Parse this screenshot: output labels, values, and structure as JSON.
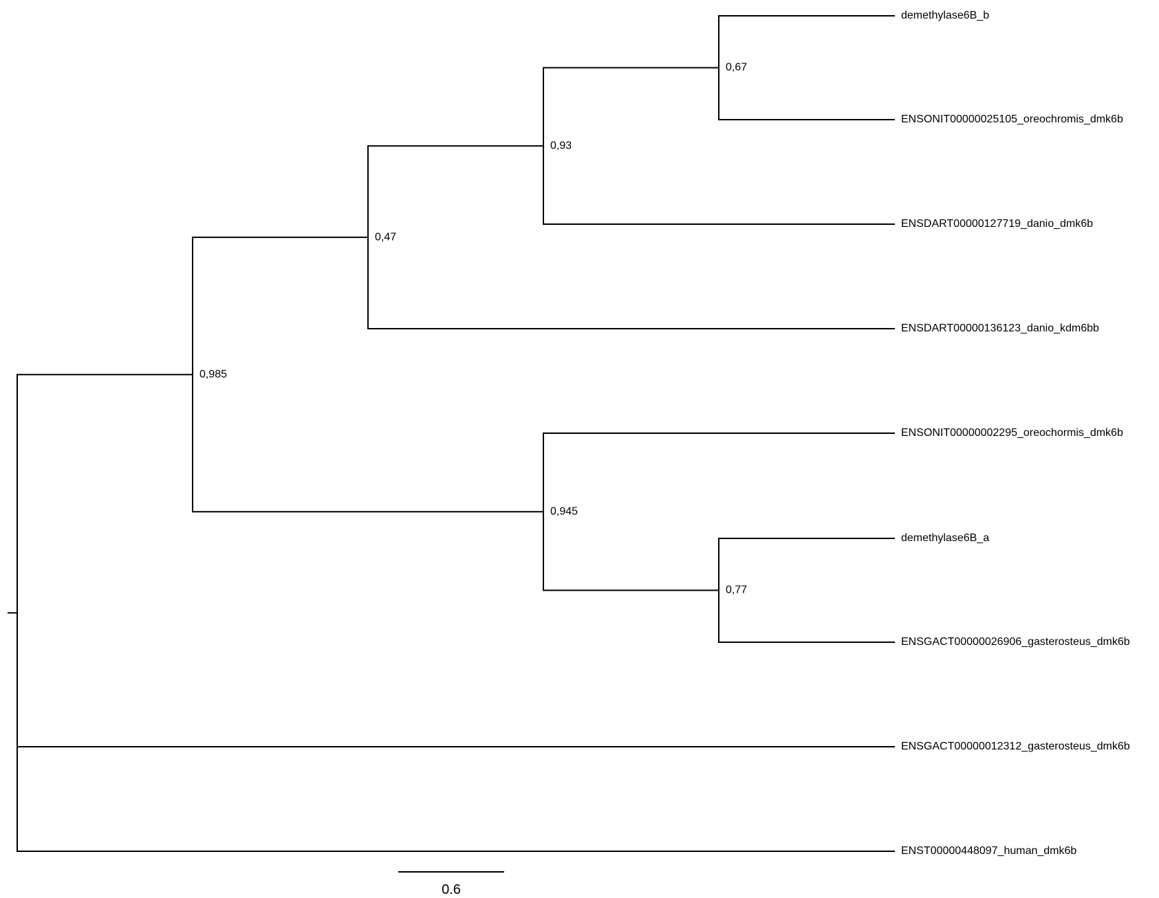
{
  "tree": {
    "nodes": [
      {
        "id": "root"
      },
      {
        "id": "n985",
        "parent": "root",
        "support": "0,985"
      },
      {
        "id": "n47",
        "parent": "n985",
        "support": "0,47"
      },
      {
        "id": "n93",
        "parent": "n47",
        "support": "0,93"
      },
      {
        "id": "n67",
        "parent": "n93",
        "support": "0,67"
      },
      {
        "id": "n945",
        "parent": "n985",
        "support": "0,945"
      },
      {
        "id": "n77",
        "parent": "n945",
        "support": "0,77"
      }
    ],
    "tips": [
      {
        "parent": "n67",
        "label": "demethylase6B_b"
      },
      {
        "parent": "n67",
        "label": "ENSONIT00000025105_oreochromis_dmk6b"
      },
      {
        "parent": "n93",
        "label": "ENSDART00000127719_danio_dmk6b"
      },
      {
        "parent": "n47",
        "label": "ENSDART00000136123_danio_kdm6bb"
      },
      {
        "parent": "n945",
        "label": "ENSONIT00000002295_oreochormis_dmk6b"
      },
      {
        "parent": "n77",
        "label": "demethylase6B_a"
      },
      {
        "parent": "n77",
        "label": "ENSGACT00000026906_gasterosteus_dmk6b"
      },
      {
        "parent": "root",
        "label": "ENSGACT00000012312_gasterosteus_dmk6b"
      },
      {
        "parent": "root",
        "label": "ENST00000448097_human_dmk6b"
      }
    ]
  },
  "scale_bar": {
    "value": 0.6,
    "label": "0.6"
  }
}
